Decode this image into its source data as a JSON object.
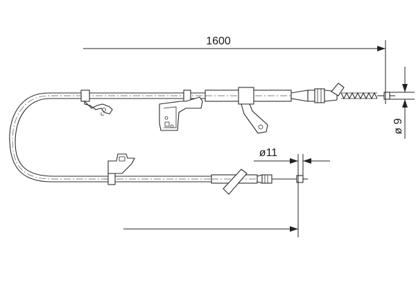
{
  "dimensions": {
    "length": "1600",
    "diameter_large": "ø 9",
    "diameter_small": "ø11"
  },
  "colors": {
    "line": "#2a2a2a",
    "background": "#ffffff"
  }
}
